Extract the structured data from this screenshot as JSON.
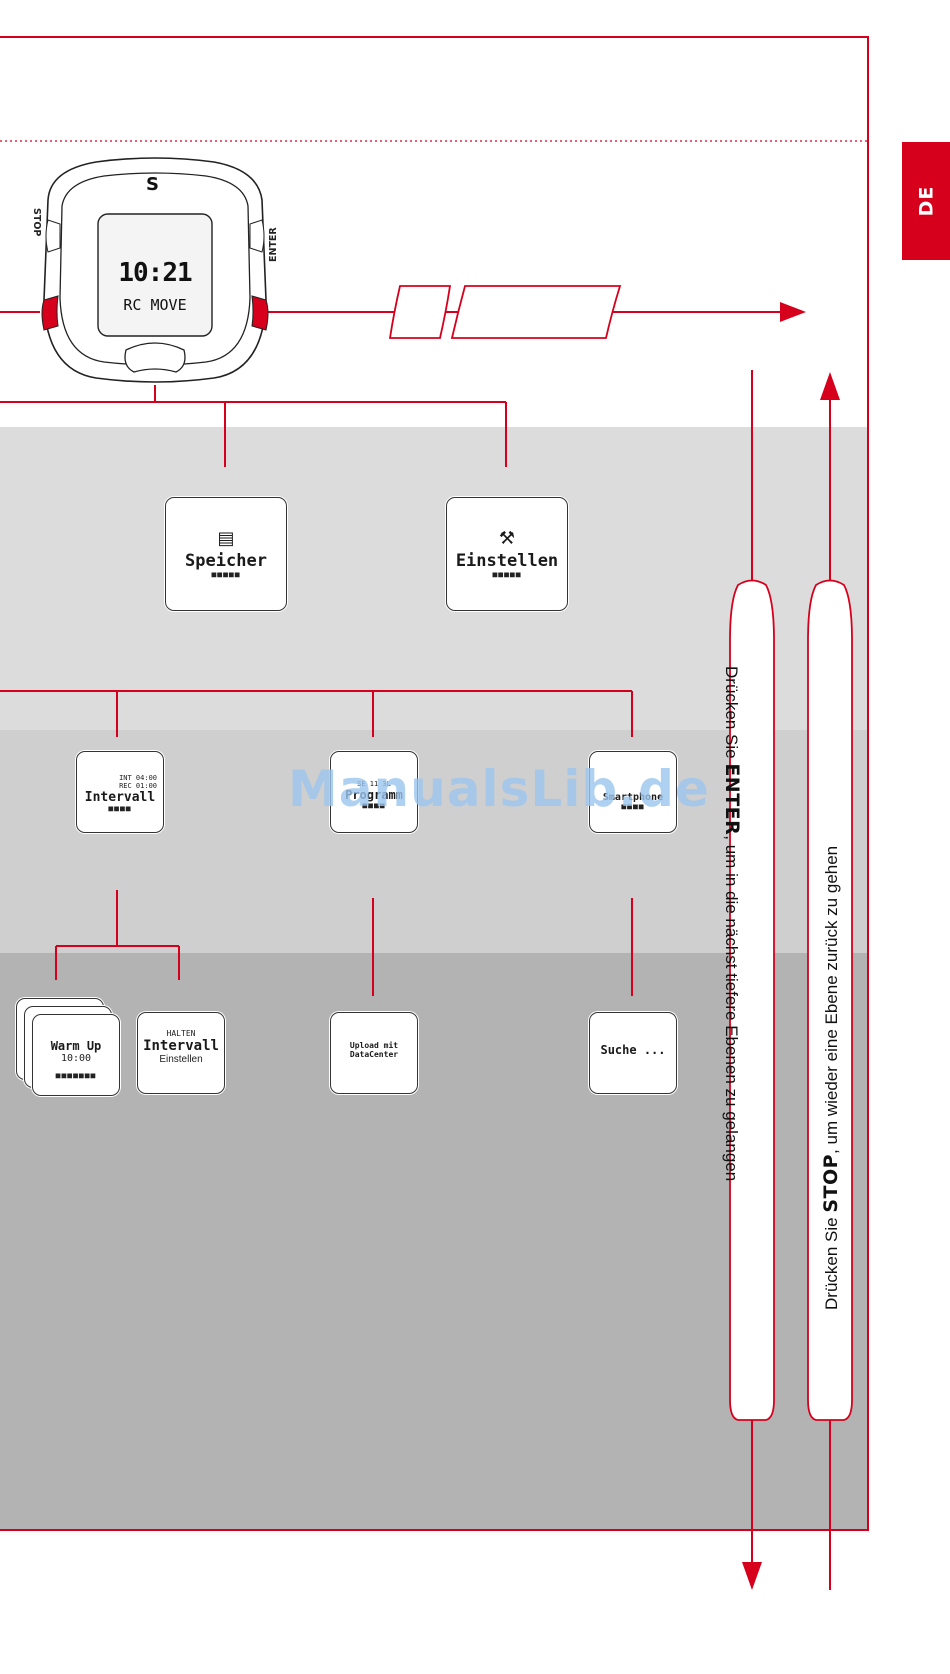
{
  "language_tab": "DE",
  "watermark": "ManualsLib.de",
  "watch": {
    "stop_label": "STOP",
    "enter_label": "ENTER",
    "time": "10:21",
    "mode": "RC MOVE",
    "logo_glyph": "S"
  },
  "level1": {
    "speicher": {
      "icon": "save-icon",
      "label": "Speicher"
    },
    "einstellen": {
      "icon": "wrench-icon",
      "label": "Einstellen"
    }
  },
  "level2": {
    "intervall": {
      "line1": "INT 04:00",
      "line2": "REC 01:00",
      "label": "Intervall"
    },
    "programm": {
      "line1": "SE 11 3L",
      "label": "Programm"
    },
    "smartphone": {
      "label": "Smartphone"
    }
  },
  "level3": {
    "warmup": {
      "label": "Warm Up",
      "value": "10:00"
    },
    "halten": {
      "line1": "HALTEN",
      "label": "Intervall",
      "line3": "Einstellen"
    },
    "upload": {
      "line1": "Upload mit",
      "line2": "DataCenter"
    },
    "suche": {
      "label": "Suche ..."
    }
  },
  "instructions": {
    "enter_prefix": "Drücken Sie ",
    "enter_key": "ENTER",
    "enter_suffix": ", um in die nächst tiefere Ebenen zu gelangen",
    "stop_prefix": "Drücken Sie ",
    "stop_key": "STOP",
    "stop_suffix": ", um wieder eine Ebene zurück zu gehen"
  },
  "colors": {
    "accent": "#d6001c",
    "band1": "#dcdcdc",
    "band2": "#cdcdcd",
    "band3": "#bcbcbc",
    "band4": "#b2b2b2"
  }
}
